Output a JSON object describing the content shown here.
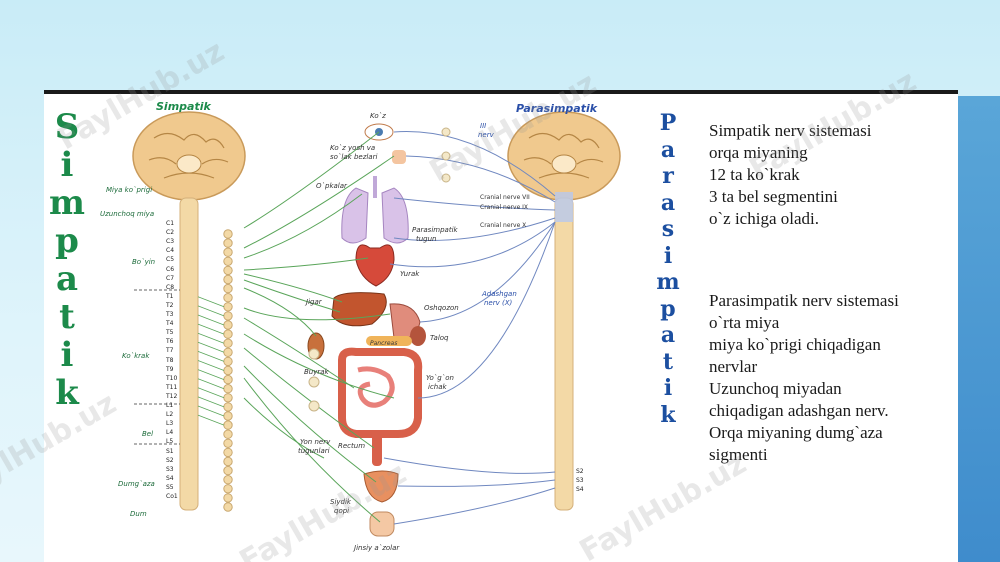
{
  "left_title_letters": [
    "S",
    "i",
    "m",
    "p",
    "a",
    "t",
    "i",
    "k"
  ],
  "right_title_letters": [
    "P",
    "a",
    "r",
    "a",
    "s",
    "i",
    "m",
    "p",
    "a",
    "t",
    "i",
    "k"
  ],
  "text_block_1": [
    "Simpatik nerv sistemasi",
    "orqa miyaning",
    "12 ta ko`krak",
    "3 ta bel segmentini",
    "o`z ichiga oladi."
  ],
  "text_block_2": [
    "Parasimpatik nerv sistemasi",
    "o`rta miya",
    "miya ko`prigi chiqadigan",
    "nervlar",
    "Uzunchoq miyadan",
    "chiqadigan adashgan nerv.",
    "Orqa miyaning dumg`aza",
    "sigmenti"
  ],
  "diagram": {
    "sympathetic_heading": "Simpatik",
    "parasympathetic_heading": "Parasimpatik",
    "left_labels": {
      "miya_koprigi": "Miya ko`prigi",
      "uzunchoq_miya": "Uzunchoq miya",
      "boyin": "Bo`yin",
      "kokrak": "Ko`krak",
      "bel": "Bel",
      "dumgaza": "Dumg`aza",
      "dum": "Dum"
    },
    "segments": [
      "C1",
      "C2",
      "C3",
      "C4",
      "C5",
      "C6",
      "C7",
      "C8",
      "T1",
      "T2",
      "T3",
      "T4",
      "T5",
      "T6",
      "T7",
      "T8",
      "T9",
      "T10",
      "T11",
      "T12",
      "L1",
      "L2",
      "L3",
      "L4",
      "L5",
      "S1",
      "S2",
      "S3",
      "S4",
      "S5",
      "Co1"
    ],
    "organs": {
      "koz": "Ko`z",
      "koz_yosh": "Ko`z yosh va",
      "solak": "so`lak bezlari",
      "opkalar": "O`pkalar",
      "parasimpatik_tugun_1": "Parasimpatik",
      "parasimpatik_tugun_2": "tugun",
      "yurak": "Yurak",
      "jigar": "Jigar",
      "oshqozon": "Oshqozon",
      "taloq": "Taloq",
      "pancreas": "Pancreas",
      "buyrak": "Buyrak",
      "yogon_1": "Yo`g`on",
      "yogon_2": "ichak",
      "yon_nerv_1": "Yon nerv",
      "yon_nerv_2": "tugunlari",
      "rectum": "Rectum",
      "siydik_1": "Siydik",
      "siydik_2": "qopi",
      "jinsiy": "Jinsiy a`zolar"
    },
    "nerves": {
      "iii_nerv_1": "III",
      "iii_nerv_2": "nerv",
      "cranial_vii": "Cranial nerve VII",
      "cranial_ix": "Cranial nerve IX",
      "cranial_x": "Cranial nerve X",
      "adashgan_1": "Adashgan",
      "adashgan_2": "nerv (X)"
    },
    "sacral_right": [
      "S2",
      "S3",
      "S4"
    ]
  },
  "watermark": "FaylHub.uz",
  "colors": {
    "sympathetic": "#1c8a4a",
    "parasympathetic": "#1c4fa0",
    "nerve_line": "#5aa55a",
    "para_line": "#7088c0",
    "spine": "#f3d9a6",
    "brain": "#f0c98e",
    "band": "#4a98d2"
  }
}
